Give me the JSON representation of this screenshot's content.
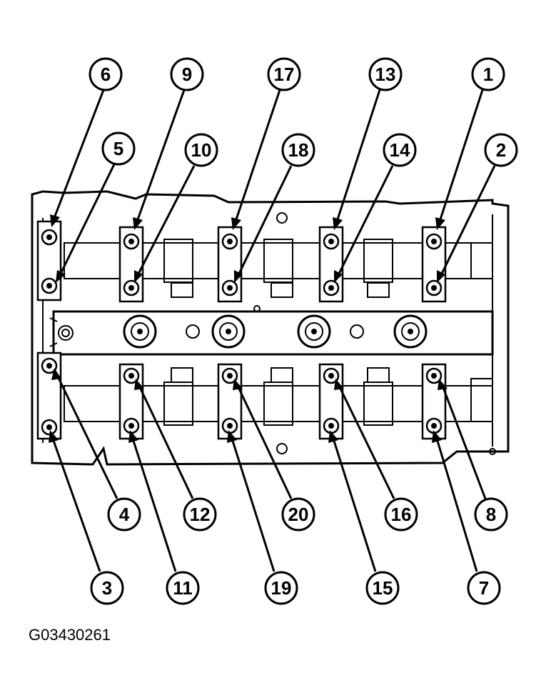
{
  "figure_code": "G03430261",
  "callouts": [
    "6",
    "9",
    "17",
    "13",
    "1",
    "5",
    "10",
    "18",
    "14",
    "2",
    "4",
    "12",
    "20",
    "16",
    "8",
    "3",
    "11",
    "19",
    "15",
    "7"
  ]
}
